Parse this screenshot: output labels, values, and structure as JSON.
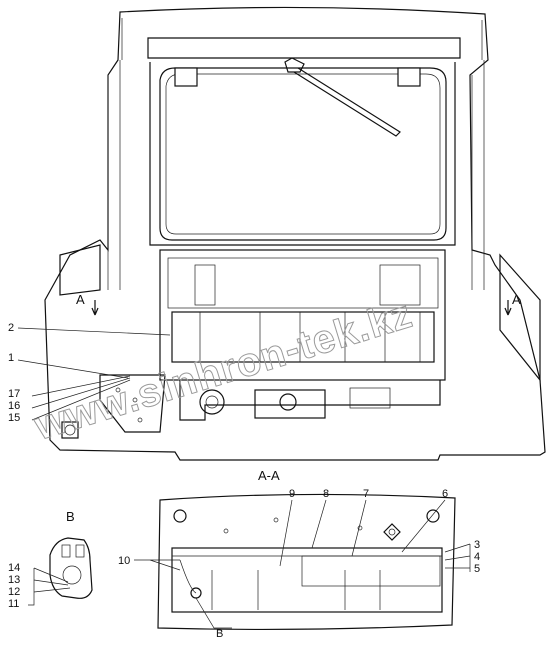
{
  "watermark": "www.sinhron-tek.kz",
  "views": {
    "main": {
      "section_marker_left": "A",
      "section_marker_right": "A"
    },
    "section": {
      "title": "A-A",
      "detail_ref": "B"
    },
    "detail": {
      "title": "B"
    }
  },
  "callouts": {
    "c1": "1",
    "c2": "2",
    "c3": "3",
    "c4": "4",
    "c5": "5",
    "c6": "6",
    "c7": "7",
    "c8": "8",
    "c9": "9",
    "c10": "10",
    "c11": "11",
    "c12": "12",
    "c13": "13",
    "c14": "14",
    "c15": "15",
    "c16": "16",
    "c17": "17"
  },
  "colors": {
    "line": "#111111",
    "watermark": "#9a9a9a",
    "background": "#ffffff"
  }
}
